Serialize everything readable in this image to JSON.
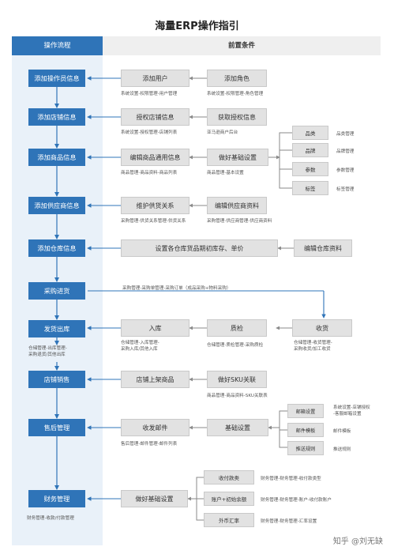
{
  "title": "海量ERP操作指引",
  "columns": {
    "left": "操作流程",
    "right": "前置条件"
  },
  "steps": [
    {
      "label": "添加操作员信息"
    },
    {
      "label": "添加店铺信息"
    },
    {
      "label": "添加商品信息"
    },
    {
      "label": "添加供应商信息"
    },
    {
      "label": "添加仓库信息"
    },
    {
      "label": "采购进货"
    },
    {
      "label": "发货出库"
    },
    {
      "label": "店铺销售"
    },
    {
      "label": "售后管理"
    },
    {
      "label": "财务管理"
    }
  ],
  "step_notes": {
    "shipping": "仓储管理-出库管理-\n采购退货/其他出库",
    "finance": "财务管理-收款/付款管理"
  },
  "boxes": {
    "add_user": "添加用户",
    "add_role": "添加角色",
    "auth_shop": "授权店铺信息",
    "get_auth": "获取授权信息",
    "edit_goods": "编辑商品通用信息",
    "basic_settings_goods": "做好基础设置",
    "category": "品类",
    "brand": "品牌",
    "params": "参数",
    "tags": "标签",
    "supplier_rel": "维护供货关系",
    "edit_supplier": "编辑供应商资料",
    "warehouse_init": "设置各仓库货品期初库存、单价",
    "edit_warehouse": "编辑仓库资料",
    "inbound": "入库",
    "qc": "质检",
    "receive": "收货",
    "shop_listing": "店铺上架商品",
    "sku_link": "做好SKU关联",
    "return_mail": "收发邮件",
    "basic_settings_after": "基础设置",
    "mailbox_settings": "邮箱设置",
    "mail_template": "邮件模板",
    "push_rules": "推送规则",
    "finance_basic": "做好基础设置",
    "payment_type": "收付款类",
    "account_init": "账户+初始余额",
    "fx_rate": "外币汇率"
  },
  "captions": {
    "add_user": "系统设置-权限管理-用户管理",
    "add_role": "系统设置-权限管理-角色管理",
    "auth_shop": "系统设置-授权管理-店铺列表",
    "get_auth": "亚马逊商户后台",
    "edit_goods": "商品管理-商品资料-商品列表",
    "basic_settings_goods": "商品管理-基本设置",
    "category": "品类管理",
    "brand": "品牌管理",
    "params": "参数管理",
    "tags": "标签管理",
    "supplier_rel": "采购管理-供货关系管理-供货关系",
    "edit_supplier": "采购管理-供应商管理-供应商资料",
    "purchase": "采购管理-采购单管理-采购订单（成品采购+物料采购）",
    "inbound": "仓储管理-入库管理-\n采购入库/其他入库",
    "qc": "仓储管理-质检管理-采购质检",
    "receive": "仓储管理-收货管理-\n采购收货/加工收货",
    "sku_link": "商品管理-商品资料-SKU关联表",
    "return_mail": "售后管理-邮件管理-邮件列表",
    "mailbox_settings": "系统设置-店铺授权\n-客服邮箱设置",
    "mail_template": "邮件模板",
    "push_rules": "推送规则",
    "payment_type": "财务管理-财务管理-收付款类型",
    "account_init": "财务管理-财务管理-账户-收付款账户",
    "fx_rate": "财务管理-财务管理-汇率设置"
  },
  "watermark": "知乎 @刘无缺",
  "colors": {
    "accent": "#2f74b8",
    "band": "#e9f1f9",
    "box": "#e2e2e2"
  }
}
